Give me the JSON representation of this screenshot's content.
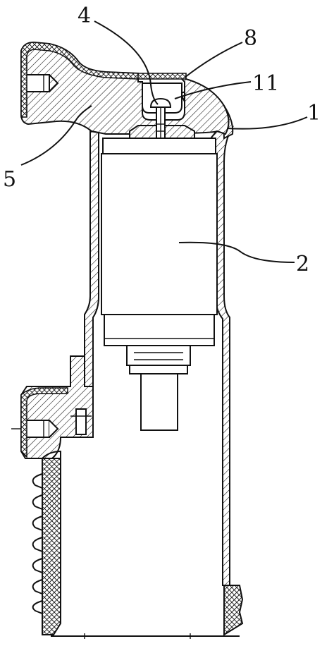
{
  "labels": {
    "l4": "4",
    "l8": "8",
    "l11": "11",
    "l1": "1",
    "l5": "5",
    "l2": "2"
  }
}
